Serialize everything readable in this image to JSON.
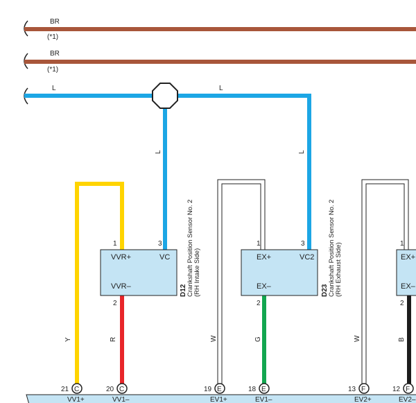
{
  "colors": {
    "BR": "#a8563a",
    "L": "#1ca6e5",
    "Y": "#ffd400",
    "R": "#e8262a",
    "G": "#12a650",
    "B": "#1c1c1c",
    "W": "#ffffff",
    "box_fill": "#c4e4f4",
    "connector_fill": "#c4e4f4"
  },
  "top_wires": [
    {
      "label": "BR",
      "note": "(*1)"
    },
    {
      "label": "BR",
      "note": "(*1)"
    },
    {
      "label": "L",
      "label2": "L"
    }
  ],
  "branch_wire_labels": {
    "left": "L",
    "right": "L"
  },
  "components": [
    {
      "ref": "D12",
      "desc1": "Crankshaft Position Sensor No. 2",
      "desc2": "(RH Intake Side)",
      "pins": {
        "p1": "1",
        "p3": "3",
        "p2": "2"
      },
      "terms": {
        "plus": "VVR+",
        "vc": "VC",
        "minus": "VVR–"
      }
    },
    {
      "ref": "D23",
      "desc1": "Crankshaft Position Sensor No. 2",
      "desc2": "(RH Exhaust Side)",
      "pins": {
        "p1": "1",
        "p3": "3",
        "p2": "2"
      },
      "terms": {
        "plus": "EX+",
        "vc": "VC2",
        "minus": "EX–"
      }
    },
    {
      "pins": {
        "p1": "1",
        "p2": "2"
      },
      "terms": {
        "plus": "EX+",
        "minus": "EX–"
      }
    }
  ],
  "vertical_wire_labels": {
    "y": "Y",
    "r": "R",
    "w1": "W",
    "g": "G",
    "w2": "W",
    "b": "B"
  },
  "ecu_pins": [
    {
      "num": "21",
      "conn": "C",
      "label": "VV1+"
    },
    {
      "num": "20",
      "conn": "C",
      "label": "VV1–"
    },
    {
      "num": "19",
      "conn": "E",
      "label": "EV1+"
    },
    {
      "num": "18",
      "conn": "E",
      "label": "EV1–"
    },
    {
      "num": "13",
      "conn": "F",
      "label": "EV2+"
    },
    {
      "num": "12",
      "conn": "F",
      "label": "EV2–"
    }
  ]
}
